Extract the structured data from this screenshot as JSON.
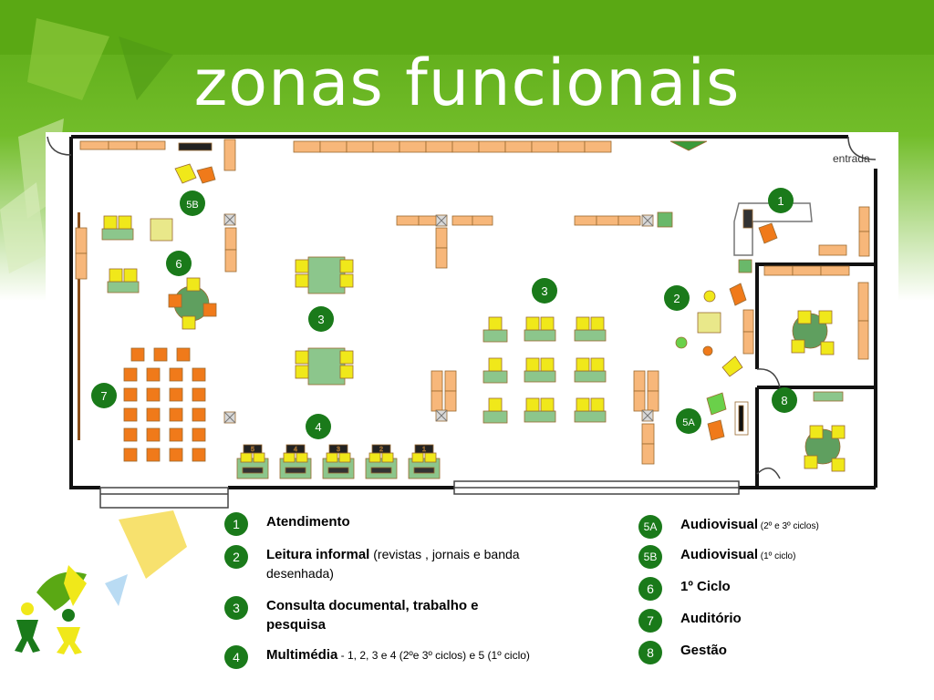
{
  "slide": {
    "title": "zonas funcionais",
    "colors": {
      "header_green": "#62b31a",
      "zone_badge": "#1a7a1a",
      "table_green": "#8cc68c",
      "chair_yellow": "#f0e81a",
      "chair_orange": "#f07a1a",
      "shelf": "#f7b77a"
    }
  },
  "plan": {
    "entrance_label": "entrada",
    "zone_markers": [
      "1",
      "2",
      "3",
      "3",
      "4",
      "5A",
      "5B",
      "6",
      "7",
      "8"
    ],
    "computer_numbers": [
      "5",
      "4",
      "3",
      "2",
      "1"
    ]
  },
  "legend": {
    "left": [
      {
        "num": "1",
        "label": "Atendimento",
        "detail": ""
      },
      {
        "num": "2",
        "label": "Leitura informal",
        "detail": " (revistas , jornais e banda desenhada)"
      },
      {
        "num": "3",
        "label": "Consulta documental, trabalho e pesquisa",
        "detail": ""
      },
      {
        "num": "4",
        "label": "Multimédia",
        "detail": " - 1, 2, 3 e 4 (2ºe 3º ciclos) e 5 (1º ciclo)"
      }
    ],
    "right": [
      {
        "num": "5A",
        "label": "Audiovisual",
        "detail": " (2º e 3º ciclos)"
      },
      {
        "num": "5B",
        "label": "Audiovisual",
        "detail": " (1º ciclo)"
      },
      {
        "num": "6",
        "label": "1º Ciclo",
        "detail": ""
      },
      {
        "num": "7",
        "label": "Auditório",
        "detail": ""
      },
      {
        "num": "8",
        "label": "Gestão",
        "detail": ""
      }
    ]
  }
}
